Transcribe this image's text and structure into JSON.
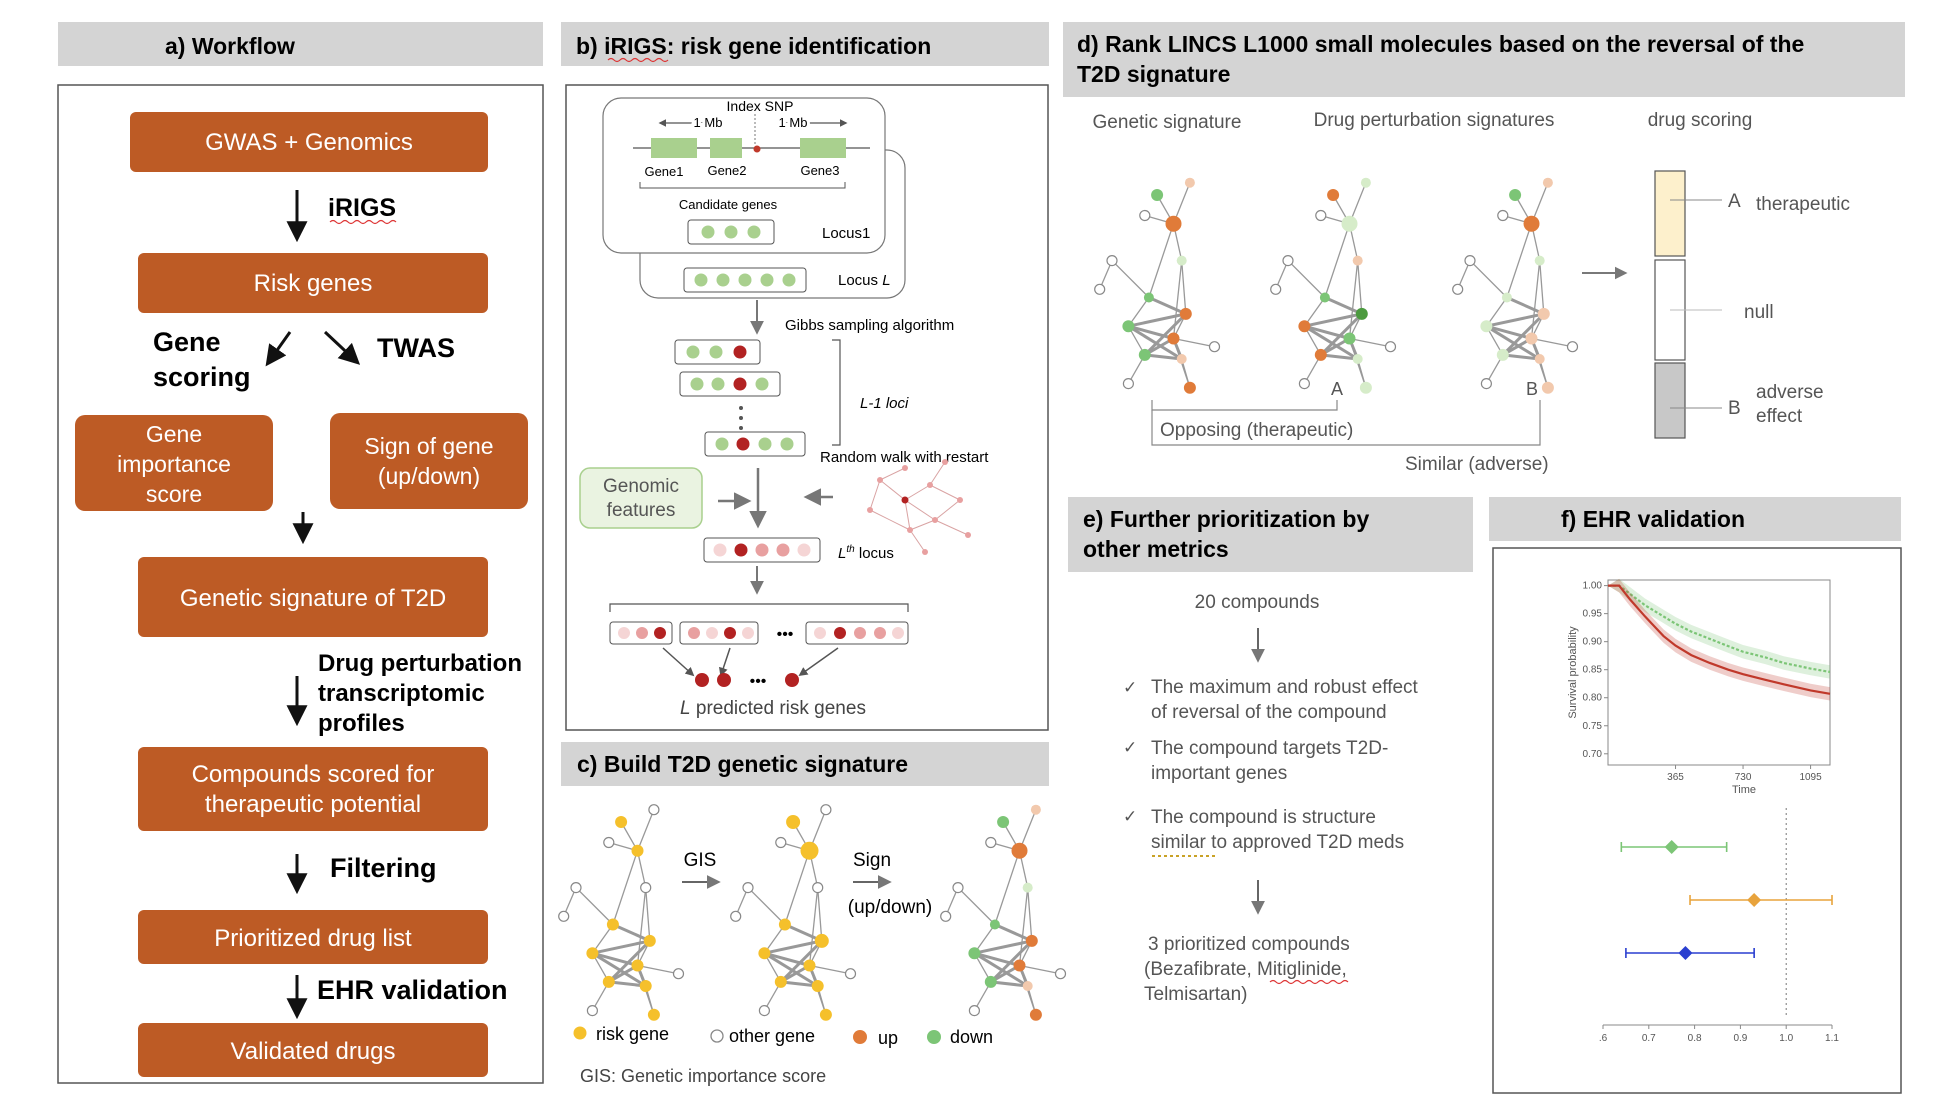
{
  "colors": {
    "header_bg": "#d4d4d4",
    "box_orange": "#bd5b25",
    "gene_green": "#a9d08e",
    "risk_yellow": "#f5c02b",
    "up_orange": "#e07b39",
    "down_green": "#7cc576",
    "dark_red": "#b22222",
    "therapeutic_fill": "#fdf0cc",
    "adverse_fill": "#c8c8c8"
  },
  "panel_a": {
    "header": "a) Workflow",
    "step1": "GWAS + Genomics",
    "arrow1_label": "iRIGS",
    "step2": "Risk genes",
    "branch_left": [
      "Gene",
      "scoring"
    ],
    "branch_right": "TWAS",
    "box_left": [
      "Gene",
      "importance",
      "score"
    ],
    "box_right": [
      "Sign of gene",
      "(up/down)"
    ],
    "step3": "Genetic signature of T2D",
    "arrow3_label": [
      "Drug perturbation",
      "transcriptomic",
      "profiles"
    ],
    "step4": [
      "Compounds scored for",
      "therapeutic potential"
    ],
    "arrow4_label": "Filtering",
    "step5": "Prioritized drug list",
    "arrow5_label": "EHR validation",
    "step6": "Validated drugs"
  },
  "panel_b": {
    "header_prefix": "b) ",
    "header_brand": "iRIGS",
    "header_rest": ": risk gene identification",
    "index_snp": "Index SNP",
    "mb_left": "1 Mb",
    "mb_right": "1 Mb",
    "gene1": "Gene1",
    "gene2": "Gene2",
    "gene3": "Gene3",
    "candidate": "Candidate genes",
    "locus1": "Locus1",
    "locusL_prefix": "Locus ",
    "locusL_var": "L",
    "gibbs": "Gibbs sampling algorithm",
    "l1_loci": "L-1 loci",
    "rwr": "Random walk with restart",
    "genomic_features": [
      "Genomic",
      "features"
    ],
    "lth_var": "L",
    "lth_sup": "th",
    "lth_rest": " locus",
    "predicted_var": "L",
    "predicted_rest": " predicted risk genes"
  },
  "panel_c": {
    "header": "c) Build T2D genetic signature",
    "gis_label": "GIS",
    "sign_label": [
      "Sign",
      "(up/down)"
    ],
    "legend_risk": "risk gene",
    "legend_other": "other gene",
    "legend_up": "up",
    "legend_down": "down",
    "footnote": "GIS: Genetic importance score"
  },
  "panel_d": {
    "header": [
      "d) Rank LINCS L1000 small molecules based on the reversal of the",
      "T2D signature"
    ],
    "col_genetic": "Genetic signature",
    "col_drug": "Drug perturbation signatures",
    "col_scoring": "drug scoring",
    "label_a": "A",
    "label_b": "B",
    "opposing": "Opposing (therapeutic)",
    "similar": "Similar (adverse)",
    "bar_a_letter": "A",
    "bar_a_label": "therapeutic",
    "bar_null": "null",
    "bar_b_letter": "B",
    "bar_b_label": [
      "adverse",
      "effect"
    ]
  },
  "panel_e": {
    "header": [
      "e) Further prioritization by",
      "other metrics"
    ],
    "count_top": "20 compounds",
    "check_mark": "✓",
    "criteria": [
      [
        "The maximum and robust effect",
        "of reversal of the compound"
      ],
      [
        "The compound targets T2D-",
        "important genes"
      ],
      [
        "The compound is structure",
        "similar to approved T2D meds"
      ]
    ],
    "result": [
      "3 prioritized compounds",
      "(Bezafibrate, Mitiglinide,",
      "Telmisartan)"
    ]
  },
  "panel_f": {
    "header": "f) EHR validation",
    "km": {
      "ylabel": "Survival probability",
      "xlabel": "Time",
      "yticks": [
        "1.00",
        "0.95",
        "0.90",
        "0.85",
        "0.80",
        "0.75",
        "0.70"
      ],
      "xticks": [
        "365",
        "730",
        "1095"
      ]
    },
    "forest": {
      "xticks": [
        ".6",
        "0.7",
        "0.8",
        "0.9",
        "1.0",
        "1.1"
      ]
    }
  },
  "chart_data": [
    {
      "type": "line",
      "title": "",
      "xlabel": "Time",
      "ylabel": "Survival probability",
      "ylim": [
        0.68,
        1.01
      ],
      "xlim": [
        0,
        1200
      ],
      "series": [
        {
          "color": "#7cc576",
          "x": [
            0,
            60,
            120,
            200,
            300,
            365,
            450,
            550,
            650,
            730,
            850,
            950,
            1095,
            1200
          ],
          "values": [
            1.0,
            1.0,
            0.985,
            0.965,
            0.945,
            0.932,
            0.918,
            0.905,
            0.892,
            0.882,
            0.872,
            0.862,
            0.852,
            0.846
          ]
        },
        {
          "color": "#c0392b",
          "x": [
            0,
            60,
            120,
            200,
            300,
            365,
            450,
            550,
            650,
            730,
            850,
            950,
            1095,
            1200
          ],
          "values": [
            1.0,
            1.0,
            0.975,
            0.945,
            0.91,
            0.893,
            0.876,
            0.862,
            0.85,
            0.842,
            0.832,
            0.824,
            0.813,
            0.807
          ]
        }
      ]
    },
    {
      "type": "scatter",
      "title": "",
      "xlabel": "",
      "ylabel": "",
      "xlim": [
        0.6,
        1.1
      ],
      "series": [
        {
          "color": "#7cc576",
          "point": 0.75,
          "ci": [
            0.64,
            0.87
          ]
        },
        {
          "color": "#e8a33c",
          "point": 0.93,
          "ci": [
            0.79,
            1.1
          ]
        },
        {
          "color": "#2a3fd0",
          "point": 0.78,
          "ci": [
            0.65,
            0.93
          ]
        }
      ]
    }
  ]
}
